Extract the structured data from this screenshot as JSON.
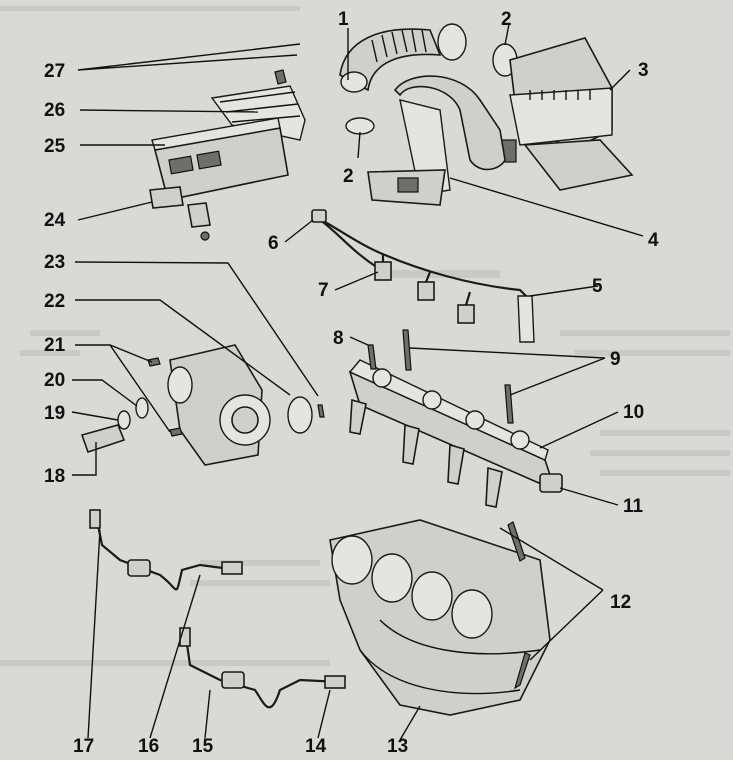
{
  "callouts": [
    {
      "id": "1",
      "text": "1"
    },
    {
      "id": "2a",
      "text": "2"
    },
    {
      "id": "2b",
      "text": "2"
    },
    {
      "id": "3",
      "text": "3"
    },
    {
      "id": "4",
      "text": "4"
    },
    {
      "id": "5",
      "text": "5"
    },
    {
      "id": "6",
      "text": "6"
    },
    {
      "id": "7",
      "text": "7"
    },
    {
      "id": "8",
      "text": "8"
    },
    {
      "id": "9",
      "text": "9"
    },
    {
      "id": "10",
      "text": "10"
    },
    {
      "id": "11",
      "text": "11"
    },
    {
      "id": "12",
      "text": "12"
    },
    {
      "id": "13",
      "text": "13"
    },
    {
      "id": "14",
      "text": "14"
    },
    {
      "id": "15",
      "text": "15"
    },
    {
      "id": "16",
      "text": "16"
    },
    {
      "id": "17",
      "text": "17"
    },
    {
      "id": "18",
      "text": "18"
    },
    {
      "id": "19",
      "text": "19"
    },
    {
      "id": "20",
      "text": "20"
    },
    {
      "id": "21",
      "text": "21"
    },
    {
      "id": "22",
      "text": "22"
    },
    {
      "id": "23",
      "text": "23"
    },
    {
      "id": "24",
      "text": "24"
    },
    {
      "id": "25",
      "text": "25"
    },
    {
      "id": "26",
      "text": "26"
    },
    {
      "id": "27",
      "text": "27"
    }
  ]
}
